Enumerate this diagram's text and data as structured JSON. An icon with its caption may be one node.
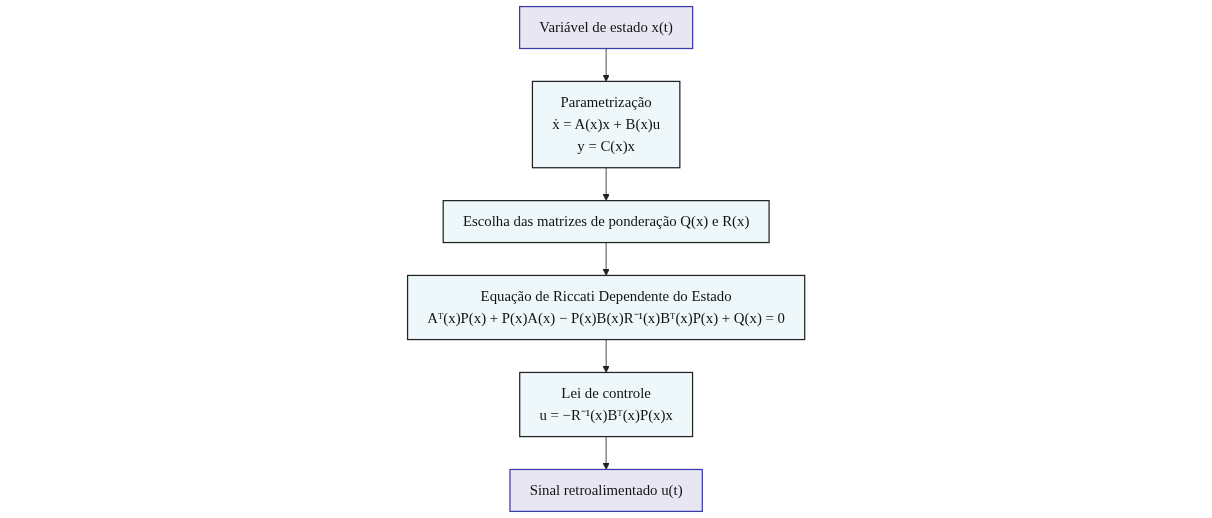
{
  "diagram": {
    "nodes": [
      {
        "text": [
          "Variável de estado x(t)"
        ]
      },
      {
        "text": [
          "Parametrização",
          "ẋ = A(x)x + B(x)u",
          "y = C(x)x"
        ]
      },
      {
        "text": [
          "Escolha das matrizes de ponderação Q(x) e R(x)"
        ]
      },
      {
        "text": [
          "Equação de Riccati Dependente do Estado",
          "Aᵀ(x)P(x) + P(x)A(x) − P(x)B(x)R⁻¹(x)Bᵀ(x)P(x) + Q(x) = 0"
        ]
      },
      {
        "text": [
          "Lei de controle",
          "u = −R⁻¹(x)Bᵀ(x)P(x)x"
        ]
      },
      {
        "text": [
          "Sinal retroalimentado u(t)"
        ]
      }
    ],
    "edges": [
      {
        "from": 0,
        "to": 1,
        "arrow": "to"
      },
      {
        "from": 1,
        "to": 2,
        "arrow": "to"
      },
      {
        "from": 2,
        "to": 3,
        "arrow": "to"
      },
      {
        "from": 3,
        "to": 4,
        "arrow": "to"
      },
      {
        "from": 4,
        "to": 5,
        "arrow": "to"
      }
    ]
  }
}
